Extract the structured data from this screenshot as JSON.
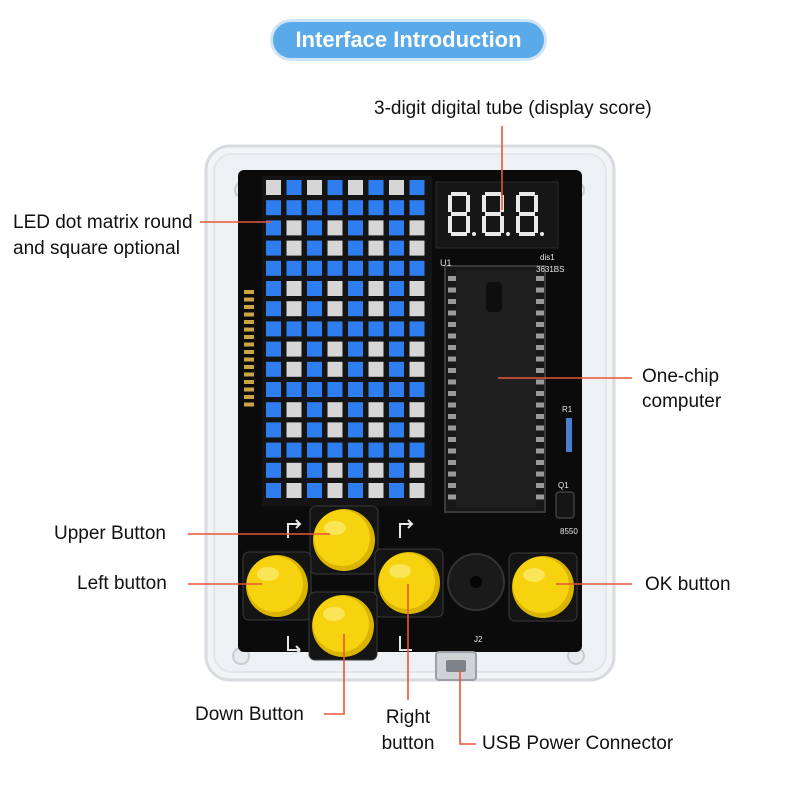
{
  "title": "Interface Introduction",
  "labels": {
    "digital_tube": "3-digit digital tube (display score)",
    "led_matrix_line1": "LED dot matrix round",
    "led_matrix_line2": "and square optional",
    "one_chip_line1": "One-chip",
    "one_chip_line2": "computer",
    "upper_button": "Upper Button",
    "left_button": "Left button",
    "ok_button": "OK button",
    "down_button": "Down Button",
    "right_button_line1": "Right",
    "right_button_line2": "button",
    "usb": "USB Power Connector"
  },
  "pcb_marks": {
    "u1": "U1",
    "dis1": "dis1",
    "dis_part": "3631BS",
    "r1": "R1",
    "q1": "Q1",
    "q_part": "8550",
    "j2": "J2"
  },
  "colors": {
    "pill": "#5aa9e8",
    "callout_line": "#e8563a",
    "pcb": "#0b0b0b",
    "led_blue": "#2f7ef0",
    "led_off": "#d6d6d6",
    "button_yellow": "#f6d20f"
  }
}
